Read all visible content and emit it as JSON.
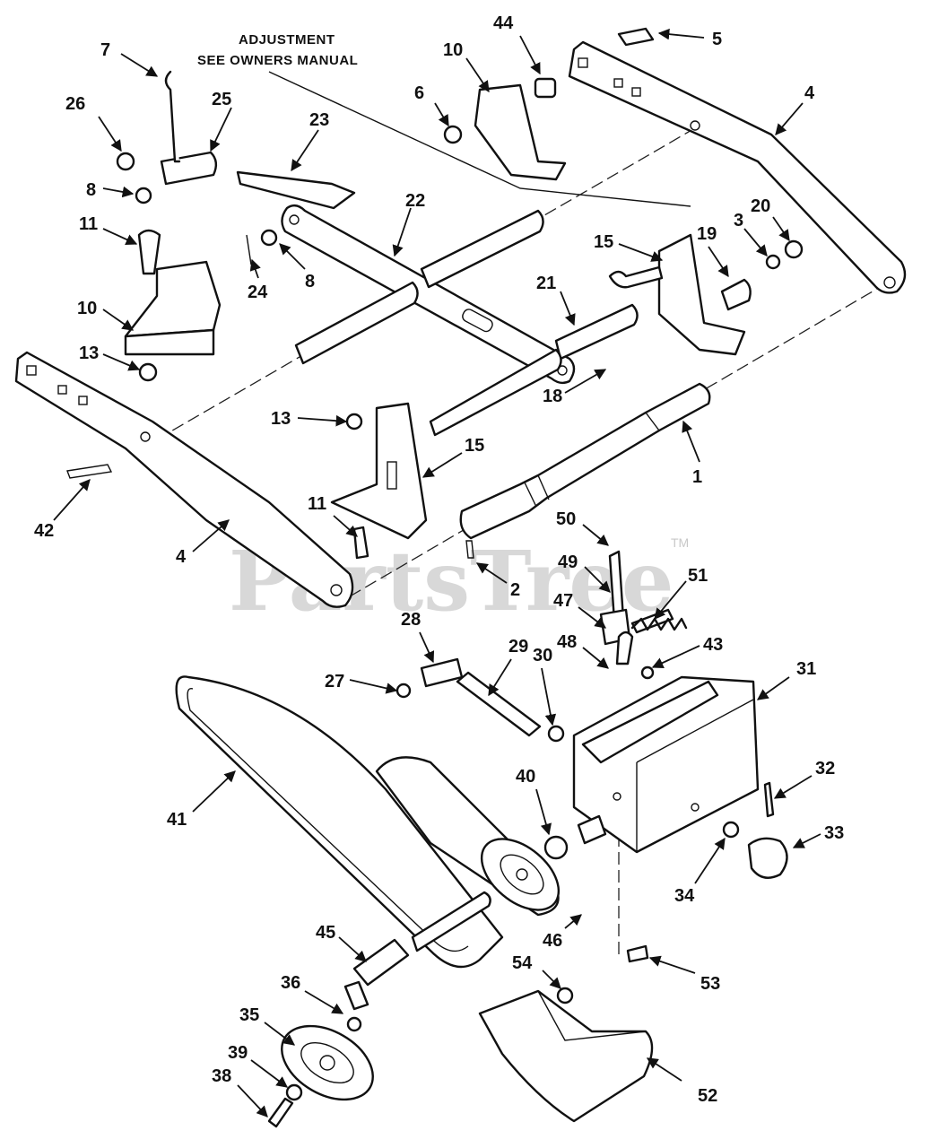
{
  "note": {
    "line1": "ADJUSTMENT",
    "line2": "SEE OWNERS MANUAL"
  },
  "watermark": {
    "text": "PartsTree",
    "tm": "TM"
  },
  "callouts": {
    "c1": "1",
    "c2": "2",
    "c3": "3",
    "c4a": "4",
    "c4b": "4",
    "c5": "5",
    "c6": "6",
    "c7": "7",
    "c8a": "8",
    "c8b": "8",
    "c10a": "10",
    "c10b": "10",
    "c11a": "11",
    "c11b": "11",
    "c13a": "13",
    "c13b": "13",
    "c15a": "15",
    "c15b": "15",
    "c18": "18",
    "c19": "19",
    "c20": "20",
    "c21": "21",
    "c22": "22",
    "c23": "23",
    "c24": "24",
    "c25": "25",
    "c26": "26",
    "c27": "27",
    "c28": "28",
    "c29": "29",
    "c30": "30",
    "c31": "31",
    "c32": "32",
    "c33": "33",
    "c34": "34",
    "c35": "35",
    "c36": "36",
    "c38": "38",
    "c39": "39",
    "c40": "40",
    "c41": "41",
    "c42": "42",
    "c43": "43",
    "c44": "44",
    "c45": "45",
    "c46": "46",
    "c47": "47",
    "c48": "48",
    "c49": "49",
    "c50": "50",
    "c51": "51",
    "c52": "52",
    "c53": "53",
    "c54": "54"
  },
  "colors": {
    "ink": "#111111",
    "watermark": "#d8d8d8",
    "background": "#ffffff"
  }
}
